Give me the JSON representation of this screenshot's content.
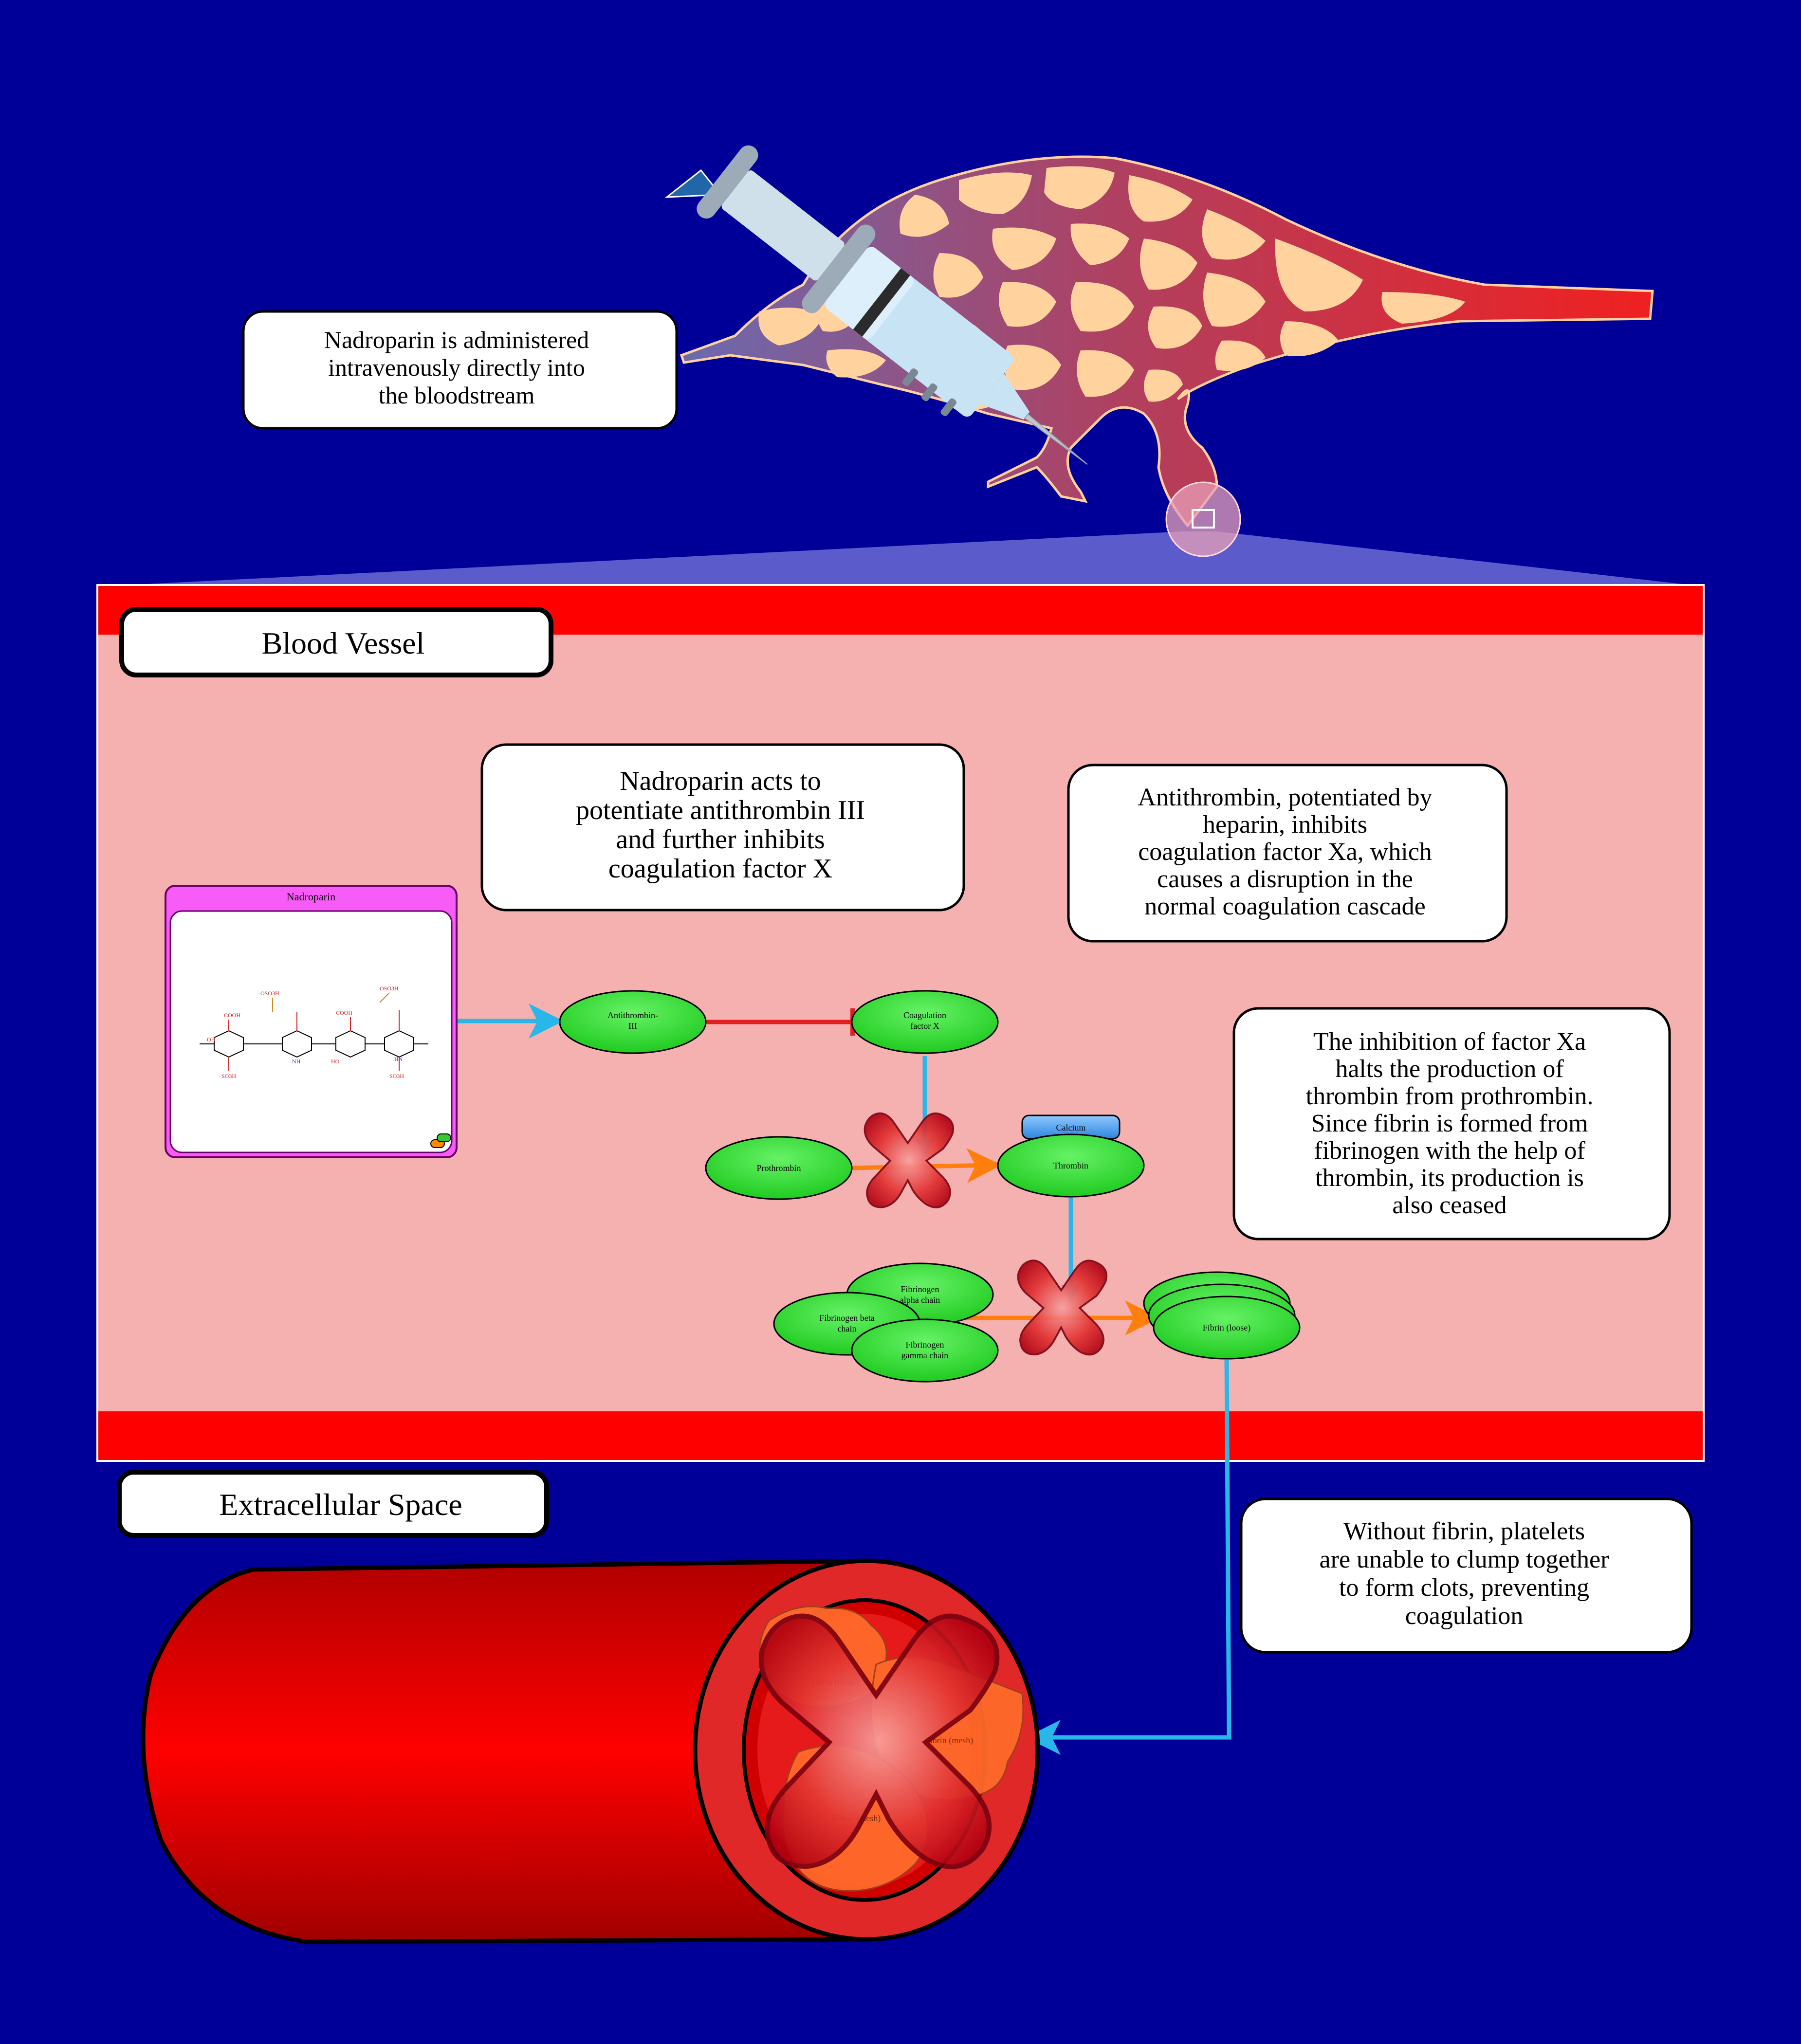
{
  "callouts": {
    "administration": [
      "Nadroparin is administered",
      "intravenously directly into",
      "the bloodstream"
    ],
    "mechanism": [
      "Nadroparin acts to",
      "potentiate antithrombin III",
      "and further inhibits",
      "coagulation factor X"
    ],
    "antithrombin": [
      "Antithrombin, potentiated by",
      "heparin, inhibits",
      "coagulation factor Xa, which",
      "causes a disruption in the",
      "normal coagulation cascade"
    ],
    "thrombin": [
      "The inhibition of factor Xa",
      "halts the production of",
      "thrombin from prothrombin.",
      "Since fibrin is formed from",
      "fibrinogen with the help of",
      "thrombin, its production is",
      "also ceased"
    ],
    "platelets": [
      "Without fibrin, platelets",
      "are unable to clump together",
      "to form clots, preventing",
      "coagulation"
    ]
  },
  "compartments": {
    "blood_vessel": "Blood Vessel",
    "extracellular": "Extracellular Space"
  },
  "drug": {
    "name": "Nadroparin",
    "structure_labels": [
      "OH",
      "HO",
      "SO3H",
      "NH",
      "COOH",
      "OSO3H",
      "HN"
    ]
  },
  "nodes": {
    "antithrombin": [
      "Antithrombin-",
      "III"
    ],
    "factor_x": [
      "Coagulation",
      "factor X"
    ],
    "prothrombin": "Prothrombin",
    "thrombin": "Thrombin",
    "calcium": "Calcium",
    "fib_alpha": [
      "Fibrinogen",
      "alpha chain"
    ],
    "fib_beta": [
      "Fibrinogen beta",
      "chain"
    ],
    "fib_gamma": [
      "Fibrinogen",
      "gamma chain"
    ],
    "fibrin_loose": "Fibrin (loose)",
    "fibrin_mesh": "Fibrin (mesh)"
  },
  "colors": {
    "background": "#000099",
    "vessel_wall": "#FF0000",
    "vessel_lumen": "#F5B0B0",
    "node_fill": "#22DD22",
    "arrow_blue": "#29B6E8",
    "arrow_orange": "#FF7F0E",
    "inhibit_red": "#E02020",
    "drug_box": "#F75CF7"
  }
}
